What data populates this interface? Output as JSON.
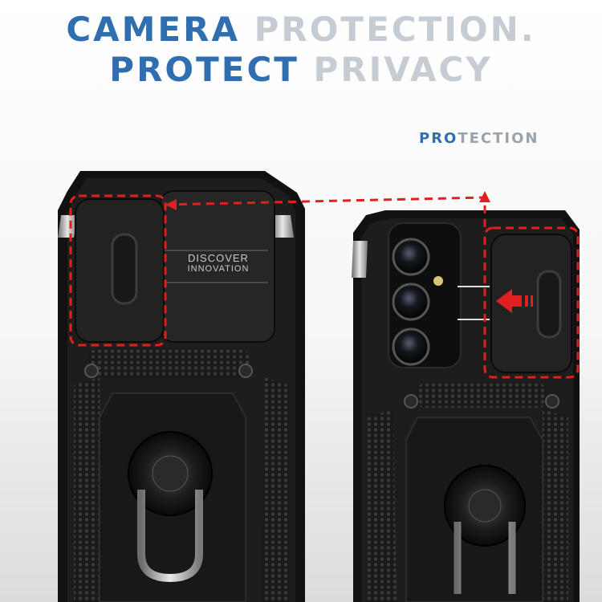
{
  "headline": {
    "line1_a": "CAMERA ",
    "line1_b": "PROTECTION.",
    "line2_a": "PROTECT ",
    "line2_b": "PRIVACY"
  },
  "protection_label": {
    "highlight": "PRO",
    "rest": "TECTION"
  },
  "slider_text": {
    "line1": "DISCOVER",
    "line2": "INNOVATION"
  },
  "colors": {
    "accent_blue": "#2f6fb0",
    "silver": "#c6ccd3",
    "case_black": "#141414",
    "dash_red": "#e02020"
  }
}
